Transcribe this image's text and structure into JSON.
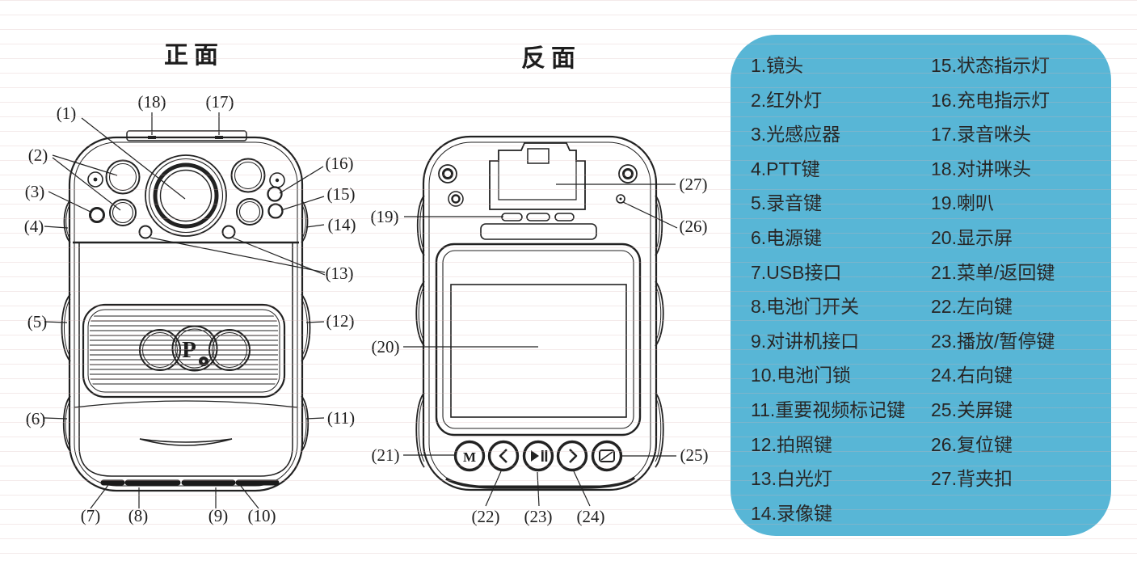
{
  "views": {
    "front": {
      "title": "正面",
      "logo_text": "P"
    },
    "back": {
      "title": "反面",
      "menu_button_glyph": "M"
    }
  },
  "callouts": {
    "n1": "(1)",
    "n2": "(2)",
    "n3": "(3)",
    "n4": "(4)",
    "n5": "(5)",
    "n6": "(6)",
    "n7": "(7)",
    "n8": "(8)",
    "n9": "(9)",
    "n10": "(10)",
    "n11": "(11)",
    "n12": "(12)",
    "n13": "(13)",
    "n14": "(14)",
    "n15": "(15)",
    "n16": "(16)",
    "n17": "(17)",
    "n18": "(18)",
    "n19": "(19)",
    "n20": "(20)",
    "n21": "(21)",
    "n22": "(22)",
    "n23": "(23)",
    "n24": "(24)",
    "n25": "(25)",
    "n26": "(26)",
    "n27": "(27)"
  },
  "legend": {
    "column1": [
      "1.镜头",
      "2.红外灯",
      "3.光感应器",
      "4.PTT键",
      "5.录音键",
      "6.电源键",
      "7.USB接口",
      "8.电池门开关",
      "9.对讲机接口",
      "10.电池门锁",
      "11.重要视频标记键",
      "12.拍照键",
      "13.白光灯",
      "14.录像键"
    ],
    "column2": [
      "15.状态指示灯",
      "16.充电指示灯",
      "17.录音咪头",
      "18.对讲咪头",
      "19.喇叭",
      "20.显示屏",
      "21.菜单/返回键",
      "22.左向键",
      "23.播放/暂停键",
      "24.右向键",
      "25.关屏键",
      "26.复位键",
      "27.背夹扣"
    ]
  },
  "colors": {
    "legend_bg": "#58b6d6",
    "legend_text": "#262626",
    "line_art": "#222222"
  }
}
